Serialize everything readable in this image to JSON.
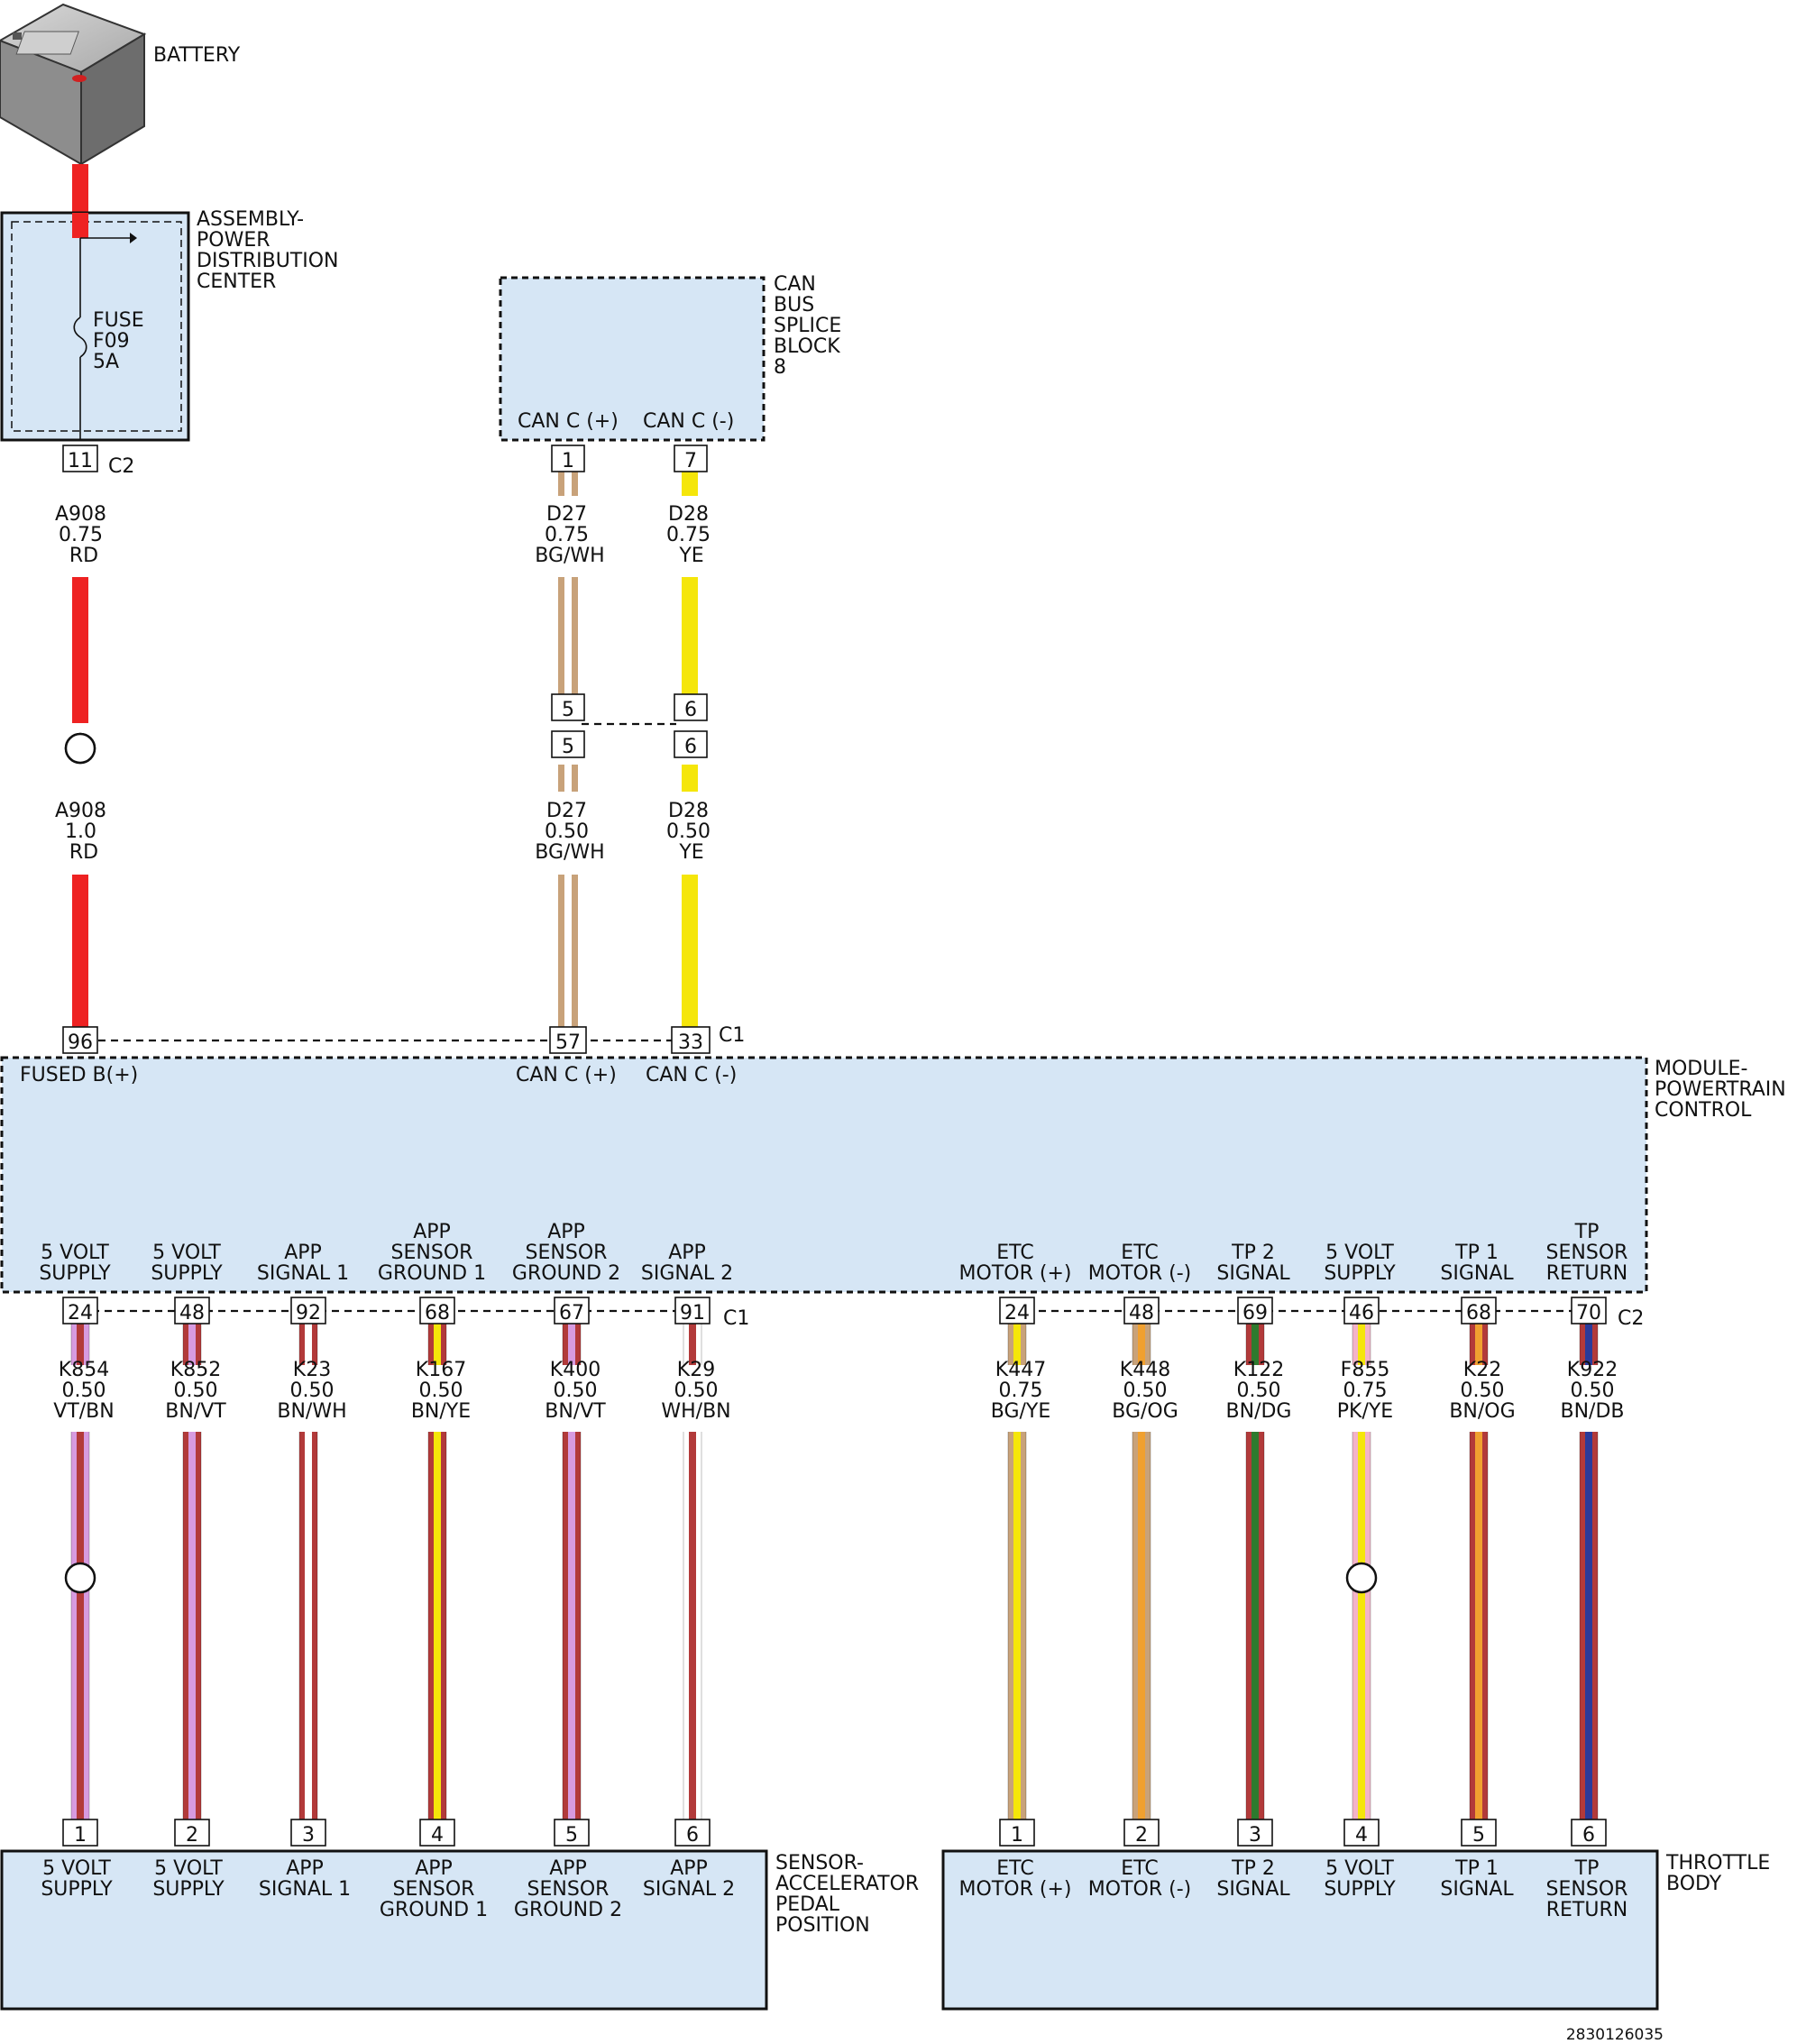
{
  "battery": {
    "label": "BATTERY"
  },
  "pdc": {
    "label": [
      "ASSEMBLY-",
      "POWER",
      "DISTRIBUTION",
      "CENTER"
    ],
    "fuse": [
      "FUSE",
      "F09",
      "5A"
    ],
    "pin": "11",
    "connector": "C2"
  },
  "splice": {
    "label": [
      "CAN",
      "BUS",
      "SPLICE",
      "BLOCK",
      "8"
    ],
    "inner_labels": [
      "CAN C (+)",
      "CAN C (-)"
    ]
  },
  "pcm": {
    "label": [
      "MODULE-",
      "POWERTRAIN",
      "CONTROL"
    ],
    "top_labels": [
      [
        "FUSED B(+)"
      ],
      [
        "CAN C (+)"
      ],
      [
        "CAN C (-)"
      ]
    ],
    "top_connector": "C1",
    "bottom_labels": [
      [
        "5 VOLT",
        "SUPPLY"
      ],
      [
        "5 VOLT",
        "SUPPLY"
      ],
      [
        "APP",
        "SIGNAL 1"
      ],
      [
        "APP",
        "SENSOR",
        "GROUND 1"
      ],
      [
        "APP",
        "SENSOR",
        "GROUND 2"
      ],
      [
        "APP",
        "SIGNAL 2"
      ],
      [
        "ETC",
        "MOTOR (+)"
      ],
      [
        "ETC",
        "MOTOR (-)"
      ],
      [
        "TP 2",
        "SIGNAL"
      ],
      [
        "5 VOLT",
        "SUPPLY"
      ],
      [
        "TP 1",
        "SIGNAL"
      ],
      [
        "TP",
        "SENSOR",
        "RETURN"
      ]
    ],
    "bottom_connector_left": "C1",
    "bottom_connector_right": "C2"
  },
  "upper_wires": [
    {
      "pin_top": "11",
      "pin_bottom": "96",
      "seg1": [
        "A908",
        "0.75",
        "RD"
      ],
      "seg2": [
        "A908",
        "1.0",
        "RD"
      ],
      "colors": [
        "#ee2222"
      ]
    },
    {
      "pin_top": "1",
      "inline_pins": [
        "5",
        "5"
      ],
      "pin_bottom": "57",
      "seg1": [
        "D27",
        "0.75",
        "BG/WH"
      ],
      "seg2": [
        "D27",
        "0.50",
        "BG/WH"
      ],
      "colors": [
        "#c8a27a",
        "#ffffff"
      ]
    },
    {
      "pin_top": "7",
      "inline_pins": [
        "6",
        "6"
      ],
      "pin_bottom": "33",
      "seg1": [
        "D28",
        "0.75",
        "YE"
      ],
      "seg2": [
        "D28",
        "0.50",
        "YE"
      ],
      "colors": [
        "#f5e60a"
      ]
    }
  ],
  "lower_wires": [
    {
      "pcm_pin": "24",
      "circuit": [
        "K854",
        "0.50",
        "VT/BN"
      ],
      "dev_pin": "1",
      "colors": [
        "#d79be0",
        "#b23a3a"
      ]
    },
    {
      "pcm_pin": "48",
      "circuit": [
        "K852",
        "0.50",
        "BN/VT"
      ],
      "dev_pin": "2",
      "colors": [
        "#b23a3a",
        "#d79be0"
      ]
    },
    {
      "pcm_pin": "92",
      "circuit": [
        "K23",
        "0.50",
        "BN/WH"
      ],
      "dev_pin": "3",
      "colors": [
        "#b23a3a",
        "#ffffff"
      ]
    },
    {
      "pcm_pin": "68",
      "circuit": [
        "K167",
        "0.50",
        "BN/YE"
      ],
      "dev_pin": "4",
      "colors": [
        "#b23a3a",
        "#f5e60a"
      ]
    },
    {
      "pcm_pin": "67",
      "circuit": [
        "K400",
        "0.50",
        "BN/VT"
      ],
      "dev_pin": "5",
      "colors": [
        "#b23a3a",
        "#d79be0"
      ]
    },
    {
      "pcm_pin": "91",
      "circuit": [
        "K29",
        "0.50",
        "WH/BN"
      ],
      "dev_pin": "6",
      "colors": [
        "#ffffff",
        "#b23a3a"
      ]
    },
    {
      "pcm_pin": "24",
      "circuit": [
        "K447",
        "0.75",
        "BG/YE"
      ],
      "dev_pin": "1",
      "colors": [
        "#c8a27a",
        "#f5e60a"
      ]
    },
    {
      "pcm_pin": "48",
      "circuit": [
        "K448",
        "0.50",
        "BG/OG"
      ],
      "dev_pin": "2",
      "colors": [
        "#c8a27a",
        "#f0a030"
      ]
    },
    {
      "pcm_pin": "69",
      "circuit": [
        "K122",
        "0.50",
        "BN/DG"
      ],
      "dev_pin": "3",
      "colors": [
        "#b23a3a",
        "#2e7a2e"
      ]
    },
    {
      "pcm_pin": "46",
      "circuit": [
        "F855",
        "0.75",
        "PK/YE"
      ],
      "dev_pin": "4",
      "colors": [
        "#f3b3c8",
        "#f5e60a"
      ]
    },
    {
      "pcm_pin": "68",
      "circuit": [
        "K22",
        "0.50",
        "BN/OG"
      ],
      "dev_pin": "5",
      "colors": [
        "#b23a3a",
        "#f0a030"
      ]
    },
    {
      "pcm_pin": "70",
      "circuit": [
        "K922",
        "0.50",
        "BN/DB"
      ],
      "dev_pin": "6",
      "colors": [
        "#b23a3a",
        "#2a3a9a"
      ]
    }
  ],
  "app_sensor": {
    "label": [
      "SENSOR-",
      "ACCELERATOR",
      "PEDAL",
      "POSITION"
    ],
    "pin_labels": [
      [
        "5 VOLT",
        "SUPPLY"
      ],
      [
        "5 VOLT",
        "SUPPLY"
      ],
      [
        "APP",
        "SIGNAL 1"
      ],
      [
        "APP",
        "SENSOR",
        "GROUND 1"
      ],
      [
        "APP",
        "SENSOR",
        "GROUND 2"
      ],
      [
        "APP",
        "SIGNAL 2"
      ]
    ]
  },
  "throttle_body": {
    "label": [
      "THROTTLE",
      "BODY"
    ],
    "pin_labels": [
      [
        "ETC",
        "MOTOR (+)"
      ],
      [
        "ETC",
        "MOTOR (-)"
      ],
      [
        "TP 2",
        "SIGNAL"
      ],
      [
        "5 VOLT",
        "SUPPLY"
      ],
      [
        "TP 1",
        "SIGNAL"
      ],
      [
        "TP",
        "SENSOR",
        "RETURN"
      ]
    ]
  },
  "figure_id": "2830126035"
}
